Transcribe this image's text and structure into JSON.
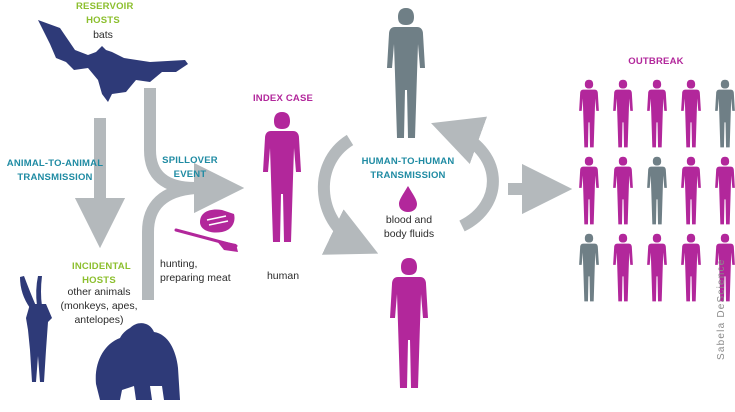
{
  "colors": {
    "host_green": "#8cbf2e",
    "transmission_teal": "#1f8ba3",
    "human_magenta": "#b2279b",
    "animal_navy": "#2e3a78",
    "infected_gray": "#6f7f86",
    "arrow_gray": "#b4b9bc"
  },
  "reservoir": {
    "heading_line1": "RESERVOIR",
    "heading_line2": "HOSTS",
    "label": "bats"
  },
  "animal_transmission": {
    "line1": "ANIMAL-TO-ANIMAL",
    "line2": "TRANSMISSION"
  },
  "incidental": {
    "heading_line1": "INCIDENTAL",
    "heading_line2": "HOSTS",
    "line1": "other animals",
    "line2": "(monkeys, apes,",
    "line3": "antelopes)"
  },
  "spillover": {
    "heading_line1": "SPILLOVER",
    "heading_line2": "EVENT",
    "line1": "hunting,",
    "line2": "preparing meat"
  },
  "index_case": {
    "heading": "INDEX CASE",
    "label": "human"
  },
  "human_transmission": {
    "line1": "HUMAN-TO-HUMAN",
    "line2": "TRANSMISSION",
    "fluid_line1": "blood and",
    "fluid_line2": "body fluids"
  },
  "outbreak": {
    "heading": "OUTBREAK",
    "grid": [
      [
        "infected",
        "infected",
        "infected",
        "infected",
        "gray"
      ],
      [
        "infected",
        "infected",
        "gray",
        "infected",
        "infected"
      ],
      [
        "gray",
        "infected",
        "infected",
        "infected",
        "infected"
      ]
    ]
  },
  "credit": "Sabela DeScience"
}
